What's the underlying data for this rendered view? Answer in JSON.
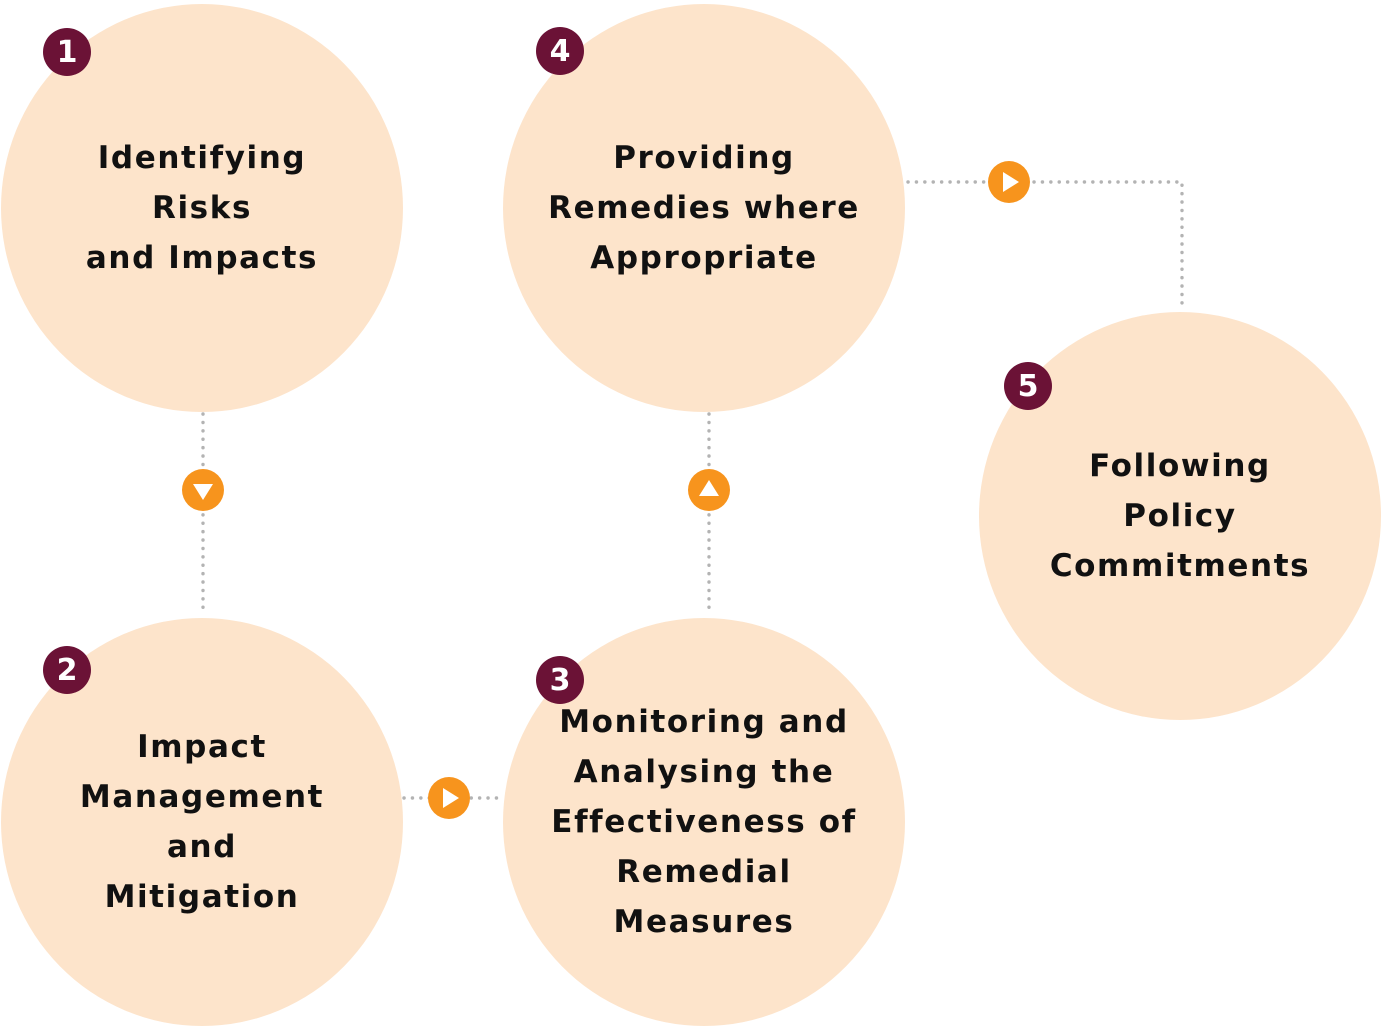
{
  "colors": {
    "circle_fill": "#FDE4CB",
    "badge_fill": "#6B1236",
    "badge_text": "#FFFFFF",
    "arrow_fill": "#F7941D",
    "arrow_glyph": "#FFFFFF",
    "connector_dots": "#B3B3B3",
    "text": "#111111"
  },
  "steps": [
    {
      "number": "1",
      "lines": [
        "Identifying",
        "Risks",
        "and Impacts"
      ]
    },
    {
      "number": "2",
      "lines": [
        "Impact",
        "Management",
        "and",
        "Mitigation"
      ]
    },
    {
      "number": "3",
      "lines": [
        "Monitoring and",
        "Analysing the",
        "Effectiveness of",
        "Remedial",
        "Measures"
      ]
    },
    {
      "number": "4",
      "lines": [
        "Providing",
        "Remedies where",
        "Appropriate"
      ]
    },
    {
      "number": "5",
      "lines": [
        "Following",
        "Policy",
        "Commitments"
      ]
    }
  ],
  "arrows": [
    {
      "from": "1",
      "to": "2",
      "direction": "down"
    },
    {
      "from": "2",
      "to": "3",
      "direction": "right"
    },
    {
      "from": "3",
      "to": "4",
      "direction": "up"
    },
    {
      "from": "4",
      "to": "5",
      "direction": "right"
    }
  ]
}
